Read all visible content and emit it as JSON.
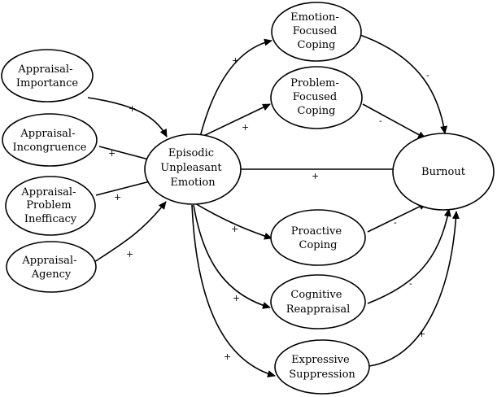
{
  "nodes": {
    "appraisal_importance": [
      "Appraisal-",
      "Importance"
    ],
    "appraisal_incongruence": [
      "Appraisal-",
      "Incongruence"
    ],
    "appraisal_problem_inefficacy": [
      "Appraisal-",
      "Problem",
      "Inefficacy"
    ],
    "appraisal_agency": [
      "Appraisal-",
      "Agency"
    ],
    "episodic_unpleasant_emotion": [
      "Episodic",
      "Unpleasant",
      "Emotion"
    ],
    "emotion_focused_coping": [
      "Emotion-",
      "Focused",
      "Coping"
    ],
    "problem_focused_coping": [
      "Problem-",
      "Focused",
      "Coping"
    ],
    "burnout": [
      "Burnout"
    ],
    "proactive_coping": [
      "Proactive",
      "Coping"
    ],
    "cognitive_reappraisal": [
      "Cognitive",
      "Reappraisal"
    ],
    "expressive_suppression": [
      "Expressive",
      "Suppression"
    ]
  },
  "edges": [
    {
      "from": "appraisal_importance",
      "to": "episodic_unpleasant_emotion",
      "sign": "+"
    },
    {
      "from": "appraisal_incongruence",
      "to": "episodic_unpleasant_emotion",
      "sign": "+"
    },
    {
      "from": "appraisal_problem_inefficacy",
      "to": "episodic_unpleasant_emotion",
      "sign": "+"
    },
    {
      "from": "appraisal_agency",
      "to": "episodic_unpleasant_emotion",
      "sign": "+"
    },
    {
      "from": "episodic_unpleasant_emotion",
      "to": "emotion_focused_coping",
      "sign": "+"
    },
    {
      "from": "episodic_unpleasant_emotion",
      "to": "problem_focused_coping",
      "sign": "+"
    },
    {
      "from": "episodic_unpleasant_emotion",
      "to": "burnout",
      "sign": "+"
    },
    {
      "from": "episodic_unpleasant_emotion",
      "to": "proactive_coping",
      "sign": "+"
    },
    {
      "from": "episodic_unpleasant_emotion",
      "to": "cognitive_reappraisal",
      "sign": "+"
    },
    {
      "from": "episodic_unpleasant_emotion",
      "to": "expressive_suppression",
      "sign": "+"
    },
    {
      "from": "emotion_focused_coping",
      "to": "burnout",
      "sign": "-"
    },
    {
      "from": "problem_focused_coping",
      "to": "burnout",
      "sign": "-"
    },
    {
      "from": "proactive_coping",
      "to": "burnout",
      "sign": "-"
    },
    {
      "from": "cognitive_reappraisal",
      "to": "burnout",
      "sign": "-"
    },
    {
      "from": "expressive_suppression",
      "to": "burnout",
      "sign": "+"
    }
  ]
}
